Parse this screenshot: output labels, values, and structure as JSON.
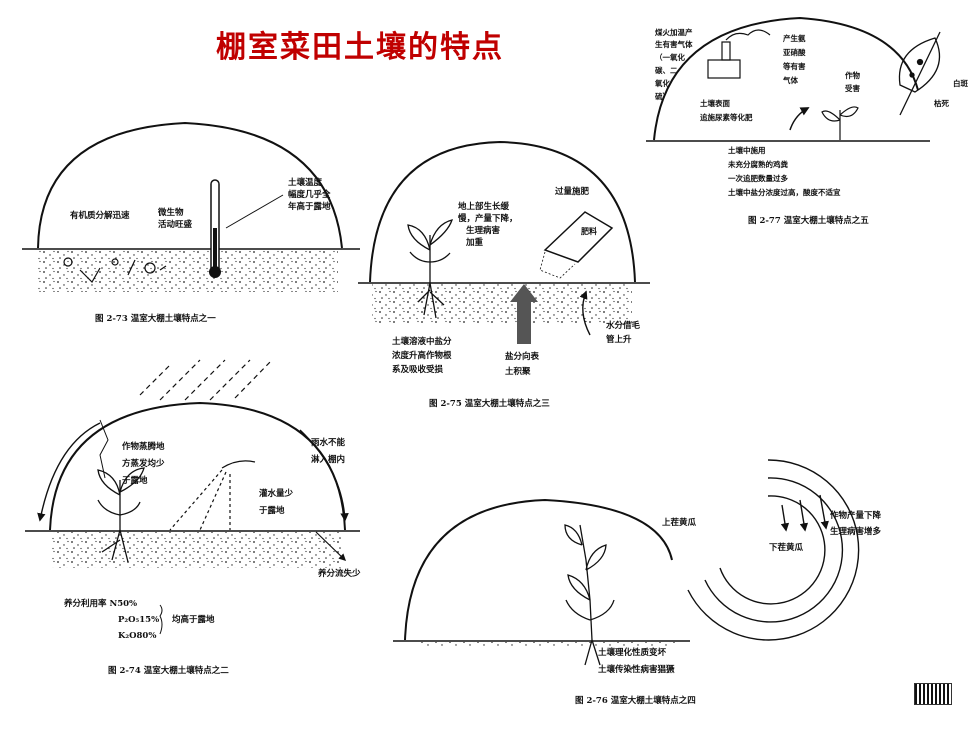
{
  "title": "棚室菜田土壤的特点",
  "fig73": {
    "caption": "图 2-73   温室大棚土壤特点之一",
    "organic": "有机质分解迅速",
    "microbe": [
      "微生物",
      "活动旺盛"
    ],
    "soil_temp": [
      "土壤温度",
      "幅度几乎全",
      "年高于露地"
    ]
  },
  "fig74": {
    "caption": "图 2-74   温室大棚土壤特点之二",
    "evap": [
      "作物蒸腾地",
      "方蒸发均少",
      "于露地"
    ],
    "rain": [
      "雨水不能",
      "淋入棚内"
    ],
    "irrig": [
      "灌水量少",
      "于露地"
    ],
    "nutrient_loss": "养分流失少",
    "util": [
      "养分利用率 N50%",
      "P₂O₅15%",
      "K₂O80%"
    ],
    "higher": "均高于露地"
  },
  "fig75": {
    "caption": "图 2-75   温室大棚土壤特点之三",
    "fert": "过量施肥",
    "bag": "肥料",
    "above": [
      "地上部生长缓",
      "慢，产量下降，",
      "生理病害",
      "加重"
    ],
    "soil_salt": [
      "土壤溶液中盐分",
      "浓度升高作物根",
      "系及吸收受损"
    ],
    "salt_up": [
      "盐分向表",
      "土积聚"
    ],
    "capillary": [
      "水分借毛",
      "管上升"
    ]
  },
  "fig76": {
    "caption": "图 2-76   温室大棚土壤特点之四",
    "up": "上茬黄瓜",
    "down": "下茬黄瓜",
    "yield": [
      "作物产量下降",
      "生理病害增多"
    ],
    "soil": [
      "土壤理化性质变坏",
      "土壤传染性病害猖獗"
    ]
  },
  "fig77": {
    "caption": "图 2-77   温室大棚土壤特点之五",
    "coal": [
      "煤火加温产",
      "生有害气体",
      "（一氧化",
      "碳、二",
      "氧化",
      "硫）"
    ],
    "gas": [
      "产生氨",
      "亚硝酸",
      "等有害",
      "气体"
    ],
    "plant": [
      "作物",
      "受害"
    ],
    "white": "白斑",
    "wither": "枯死",
    "surface": [
      "土壤表面",
      "追施尿素等化肥"
    ],
    "applied": [
      "土壤中施用",
      "未充分腐熟的鸡粪",
      "一次追肥数量过多",
      "土壤中盐分浓度过高，酸度不适宜"
    ]
  }
}
